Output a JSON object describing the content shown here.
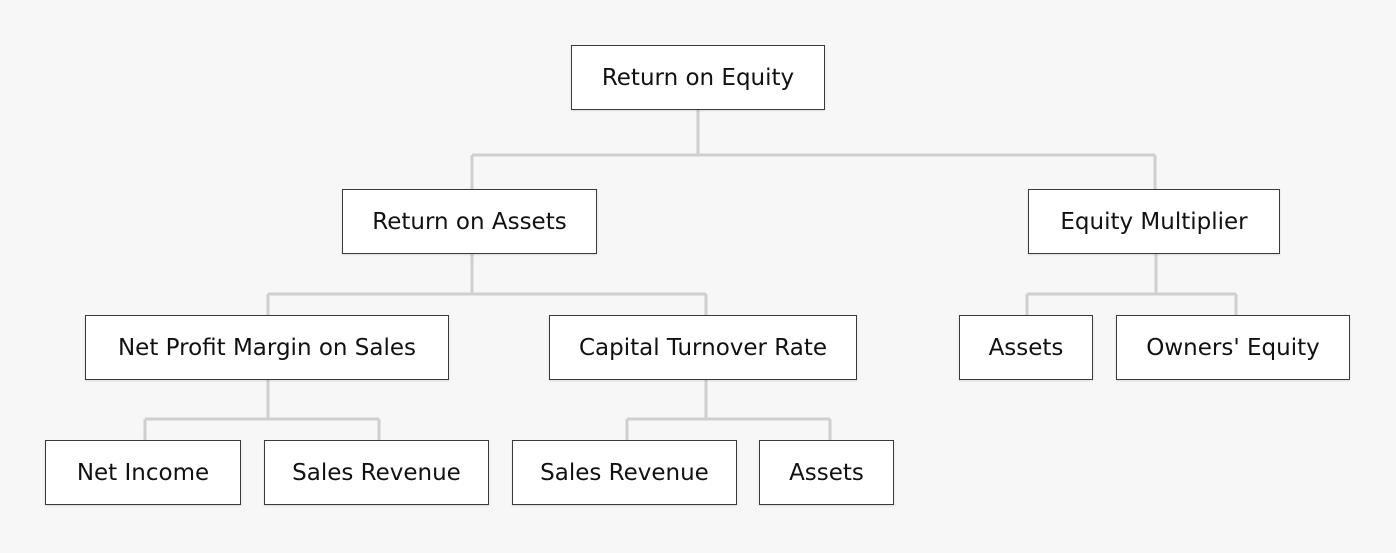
{
  "nodes": {
    "return_on_equity": "Return on Equity",
    "return_on_assets": "Return on Assets",
    "equity_multiplier": "Equity Multiplier",
    "net_profit_margin": "Net Profit Margin on Sales",
    "capital_turnover_rate": "Capital Turnover Rate",
    "assets_em": "Assets",
    "owners_equity": "Owners' Equity",
    "net_income": "Net Income",
    "sales_revenue_npm": "Sales Revenue",
    "sales_revenue_ctr": "Sales Revenue",
    "assets_ctr": "Assets"
  },
  "colors": {
    "background": "#f7f7f7",
    "node_border": "#3a3a3a",
    "connector": "#cfcfcf"
  }
}
